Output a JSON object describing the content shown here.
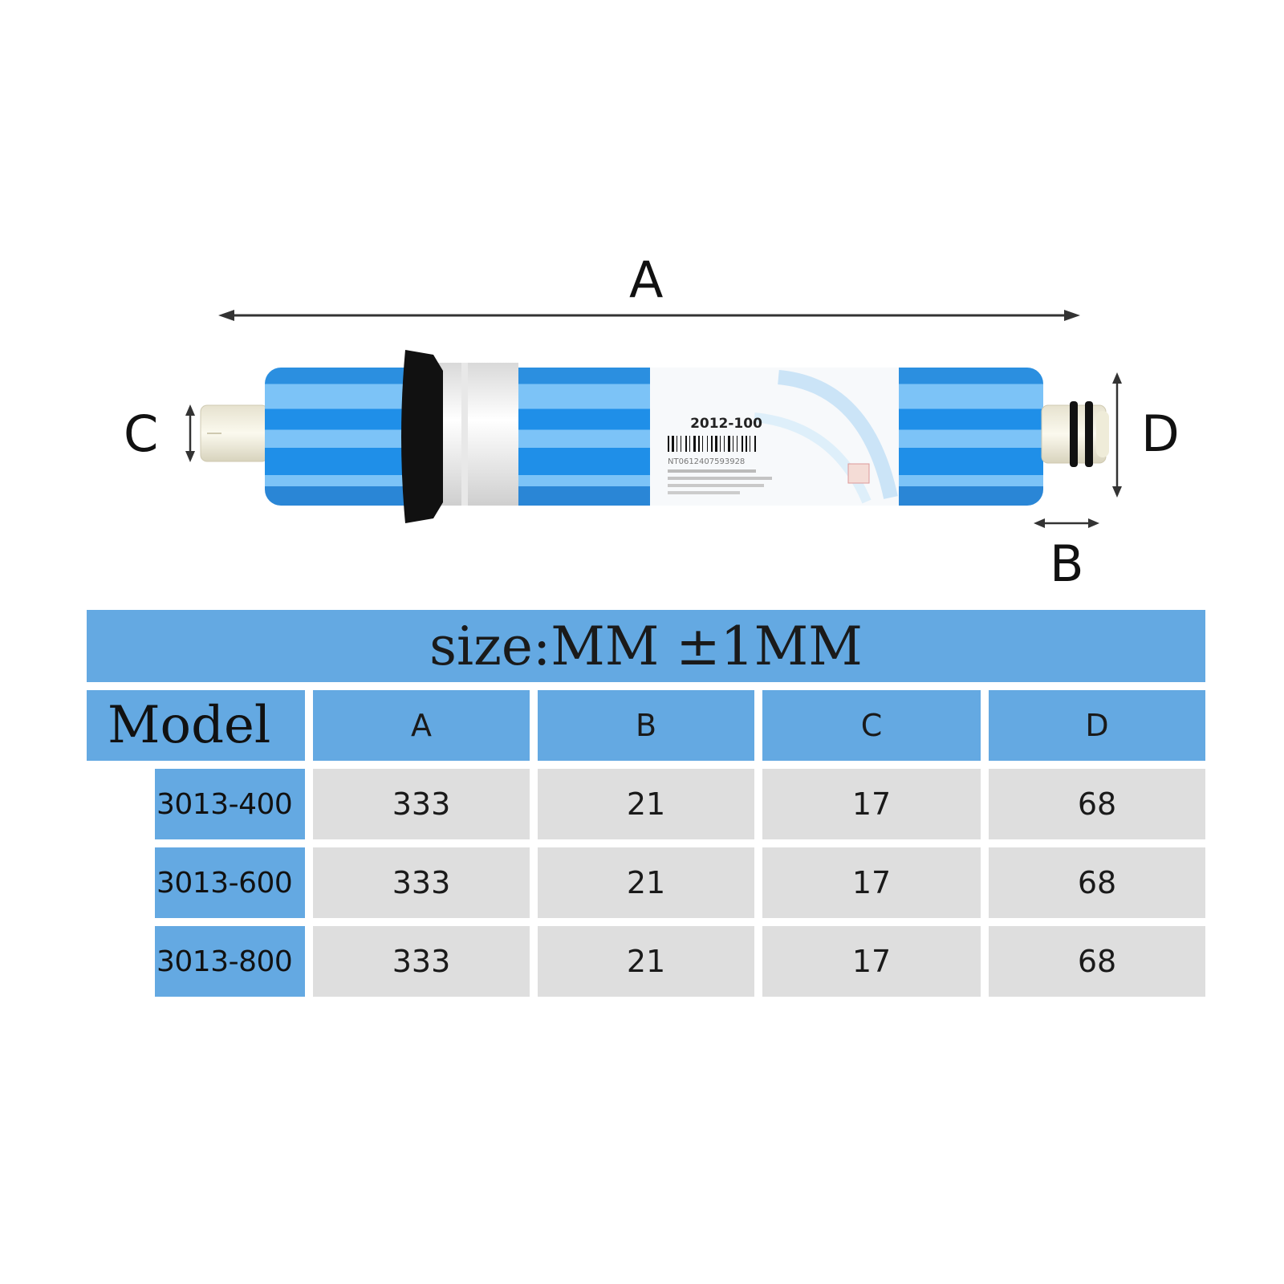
{
  "diagram": {
    "dimension_labels": {
      "a": "A",
      "b": "B",
      "c": "C",
      "d": "D"
    },
    "product_label": {
      "model_code": "2012-100",
      "serial": "NT0612407593928"
    },
    "colors": {
      "membrane_blue": "#1f8fe8",
      "membrane_light": "#7cc3f7",
      "end_cap": "#f2f1e6",
      "gasket": "#111111"
    }
  },
  "table": {
    "title": "size:MM ±1MM",
    "model_header": "Model",
    "columns": [
      "A",
      "B",
      "C",
      "D"
    ],
    "rows": [
      {
        "model": "3013-400",
        "values": [
          "333",
          "21",
          "17",
          "68"
        ]
      },
      {
        "model": "3013-600",
        "values": [
          "333",
          "21",
          "17",
          "68"
        ]
      },
      {
        "model": "3013-800",
        "values": [
          "333",
          "21",
          "17",
          "68"
        ]
      }
    ],
    "colors": {
      "header_blue": "#64a9e2",
      "cell_gray": "#dedede"
    }
  }
}
